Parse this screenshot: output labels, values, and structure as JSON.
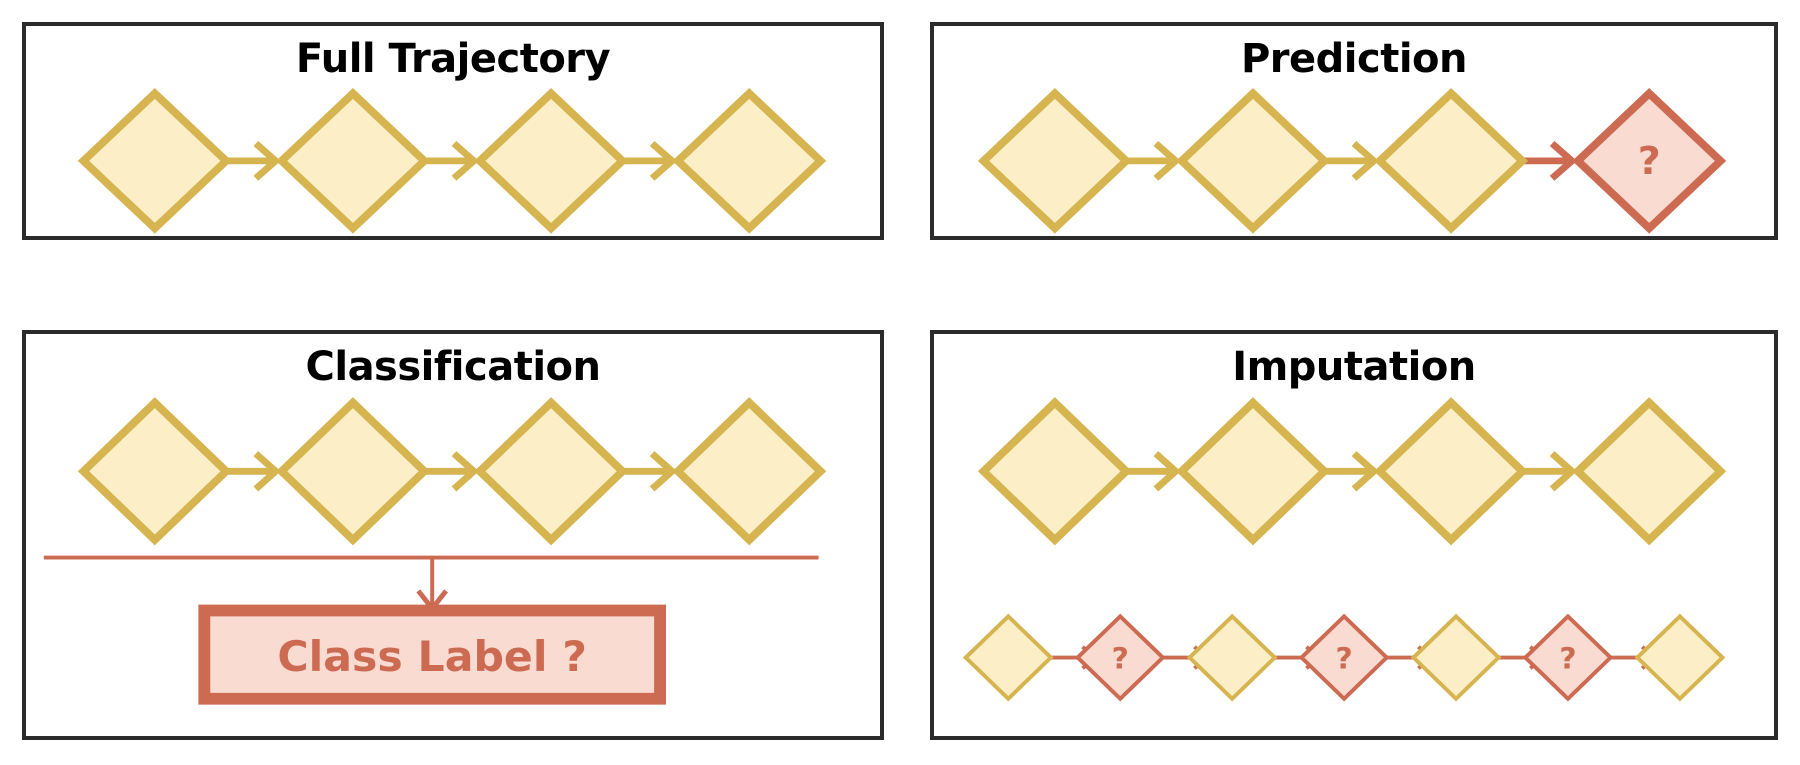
{
  "colors": {
    "panel_border": "#2b2b2b",
    "page_background": "#ffffff",
    "node_fill": "#fcefc7",
    "node_stroke": "#d6b450",
    "unknown_fill": "#fadbd2",
    "unknown_stroke": "#cc6b52",
    "arrow_normal": "#d6b450",
    "arrow_unknown": "#cc6b52",
    "class_box_fill": "#fadbd2",
    "class_box_stroke": "#cc6b52",
    "class_box_text": "#cc6b52",
    "title_text": "#000000"
  },
  "panels": [
    {
      "id": "full-trajectory",
      "title": "Full Trajectory",
      "nodes": [
        {
          "label": "",
          "state": "known"
        },
        {
          "label": "",
          "state": "known"
        },
        {
          "label": "",
          "state": "known"
        },
        {
          "label": "",
          "state": "known"
        }
      ],
      "arrows": [
        "known",
        "known",
        "known"
      ]
    },
    {
      "id": "prediction",
      "title": "Prediction",
      "nodes": [
        {
          "label": "",
          "state": "known"
        },
        {
          "label": "",
          "state": "known"
        },
        {
          "label": "",
          "state": "known"
        },
        {
          "label": "?",
          "state": "unknown"
        }
      ],
      "arrows": [
        "known",
        "known",
        "unknown"
      ]
    },
    {
      "id": "classification",
      "title": "Classification",
      "nodes": [
        {
          "label": "",
          "state": "known"
        },
        {
          "label": "",
          "state": "known"
        },
        {
          "label": "",
          "state": "known"
        },
        {
          "label": "",
          "state": "known"
        }
      ],
      "arrows": [
        "known",
        "known",
        "known"
      ],
      "class_box_label": "Class Label ?"
    },
    {
      "id": "imputation",
      "title": "Imputation",
      "top_nodes": [
        {
          "label": "",
          "state": "known"
        },
        {
          "label": "",
          "state": "known"
        },
        {
          "label": "",
          "state": "known"
        },
        {
          "label": "",
          "state": "known"
        }
      ],
      "top_arrows": [
        "known",
        "known",
        "known"
      ],
      "bottom_nodes": [
        {
          "label": "",
          "state": "known"
        },
        {
          "label": "?",
          "state": "unknown"
        },
        {
          "label": "",
          "state": "known"
        },
        {
          "label": "?",
          "state": "unknown"
        },
        {
          "label": "",
          "state": "known"
        },
        {
          "label": "?",
          "state": "unknown"
        },
        {
          "label": "",
          "state": "known"
        }
      ],
      "bottom_arrows": [
        "unknown",
        "unknown",
        "unknown",
        "unknown",
        "unknown",
        "unknown"
      ]
    }
  ]
}
